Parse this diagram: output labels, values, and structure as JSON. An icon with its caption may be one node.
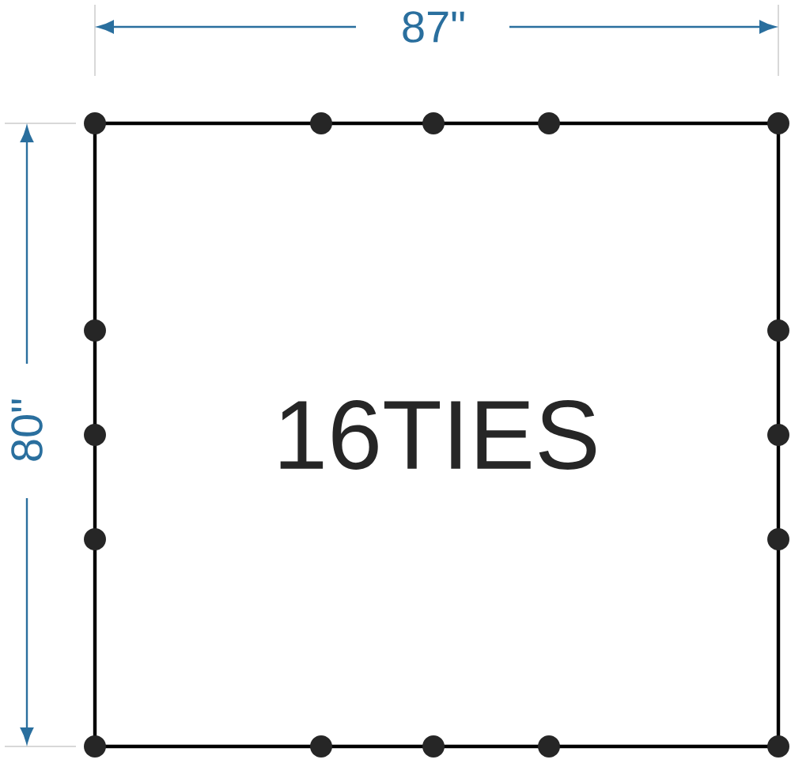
{
  "diagram": {
    "nodes": [
      {
        "text": [
          "16TIES"
        ]
      }
    ],
    "labels": [
      "87\"",
      "80\""
    ]
  }
}
